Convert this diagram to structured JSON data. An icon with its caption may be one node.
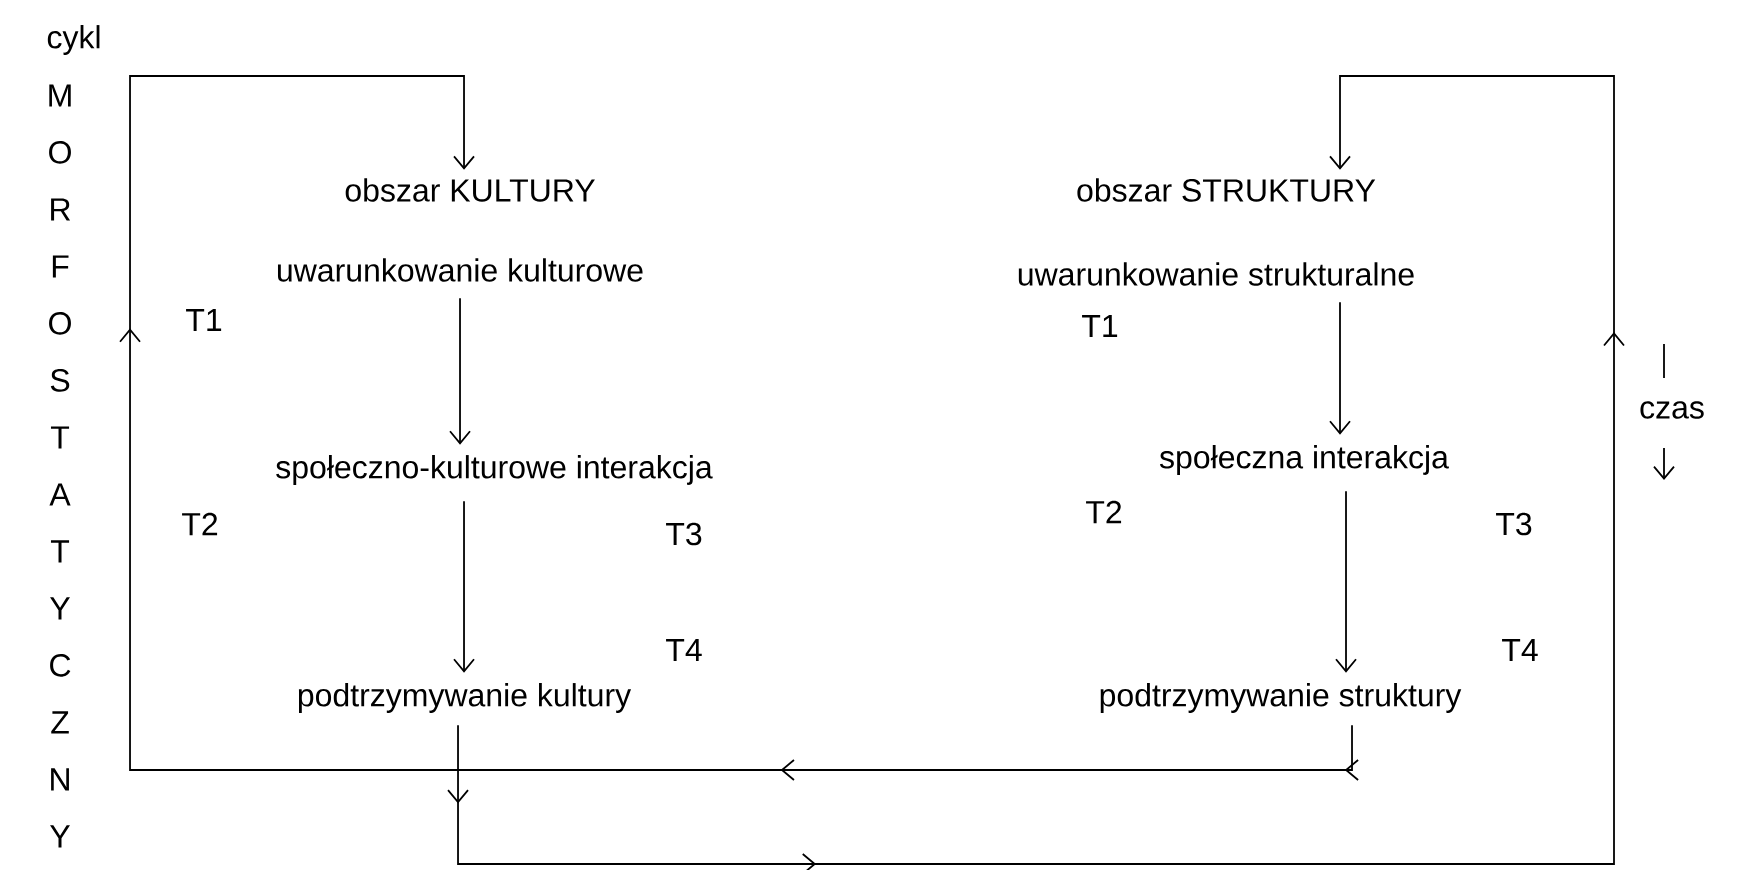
{
  "diagram": {
    "nodes": [
      {
        "text": [
          "obszar KULTURY"
        ]
      },
      {
        "text": [
          "uwarunkowanie kulturowe"
        ]
      },
      {
        "text": [
          "społeczno-kulturowe interakcja"
        ]
      },
      {
        "text": [
          "podtrzymywanie kultury"
        ]
      },
      {
        "text": [
          "obszar STRUKTURY"
        ]
      },
      {
        "text": [
          "uwarunkowanie strukturalne"
        ]
      },
      {
        "text": [
          "społeczna interakcja"
        ]
      },
      {
        "text": [
          "podtrzymywanie struktury"
        ]
      }
    ],
    "edges": [
      {
        "from": 1,
        "to": 2,
        "arrow": "to"
      },
      {
        "from": 2,
        "to": 3,
        "arrow": "to"
      },
      {
        "from": 5,
        "to": 6,
        "arrow": "to"
      },
      {
        "from": 6,
        "to": 7,
        "arrow": "to"
      },
      {
        "from": 7,
        "to": 0,
        "arrow": "to"
      },
      {
        "from": 3,
        "to": 4,
        "arrow": "to"
      }
    ],
    "labels": [
      "cykl",
      "MORFOSTATYCZNY",
      "T1",
      "T2",
      "T3",
      "T4",
      "T1",
      "T2",
      "T3",
      "T4",
      "czas"
    ]
  }
}
